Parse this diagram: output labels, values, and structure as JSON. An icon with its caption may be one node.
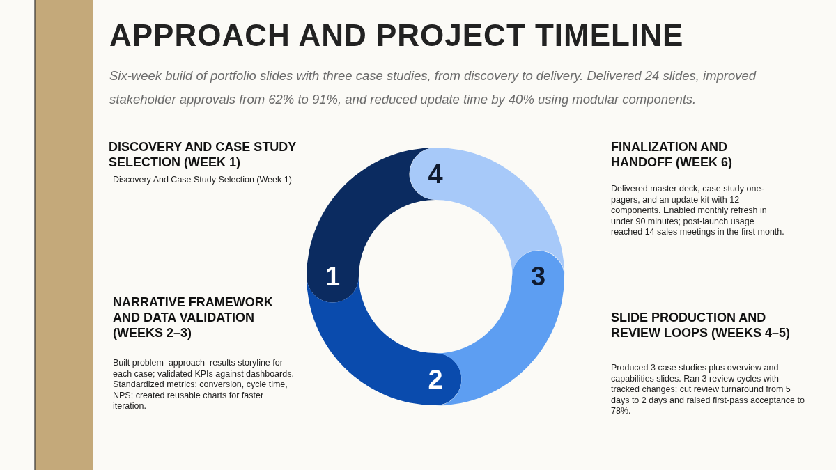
{
  "diagram": {
    "title": "APPROACH AND PROJECT TIMELINE",
    "nodes": [
      {
        "text": [
          "1"
        ]
      },
      {
        "text": [
          "2"
        ]
      },
      {
        "text": [
          "3"
        ]
      },
      {
        "text": [
          "4"
        ]
      }
    ],
    "labels": [
      "Six-week build of portfolio slides with three case studies, from discovery to delivery. Delivered 24 slides, improved stakeholder approvals from 62% to 91%, and reduced update time by 40% using modular components.",
      "DISCOVERY AND CASE STUDY SELECTION (WEEK 1)",
      "Discovery And Case Study Selection (Week 1)",
      "FINALIZATION AND HANDOFF (WEEK 6)",
      "Delivered master deck, case study one-pagers, and an update kit with 12 components. Enabled monthly refresh in under 90 minutes; post-launch usage reached 14 sales meetings in the first month.",
      "NARRATIVE FRAMEWORK AND DATA VALIDATION (WEEKS 2–3)",
      "Built problem–approach–results storyline for each case; validated KPIs against dashboards. Standardized metrics: conversion, cycle time, NPS; created reusable charts for faster iteration.",
      "SLIDE PRODUCTION AND REVIEW LOOPS (WEEKS 4–5)",
      "Produced 3 case studies plus overview and capabilities slides. Ran 3 review cycles with tracked changes; cut review turnaround from 5 days to 2 days and raised first-pass acceptance to 78%."
    ]
  }
}
